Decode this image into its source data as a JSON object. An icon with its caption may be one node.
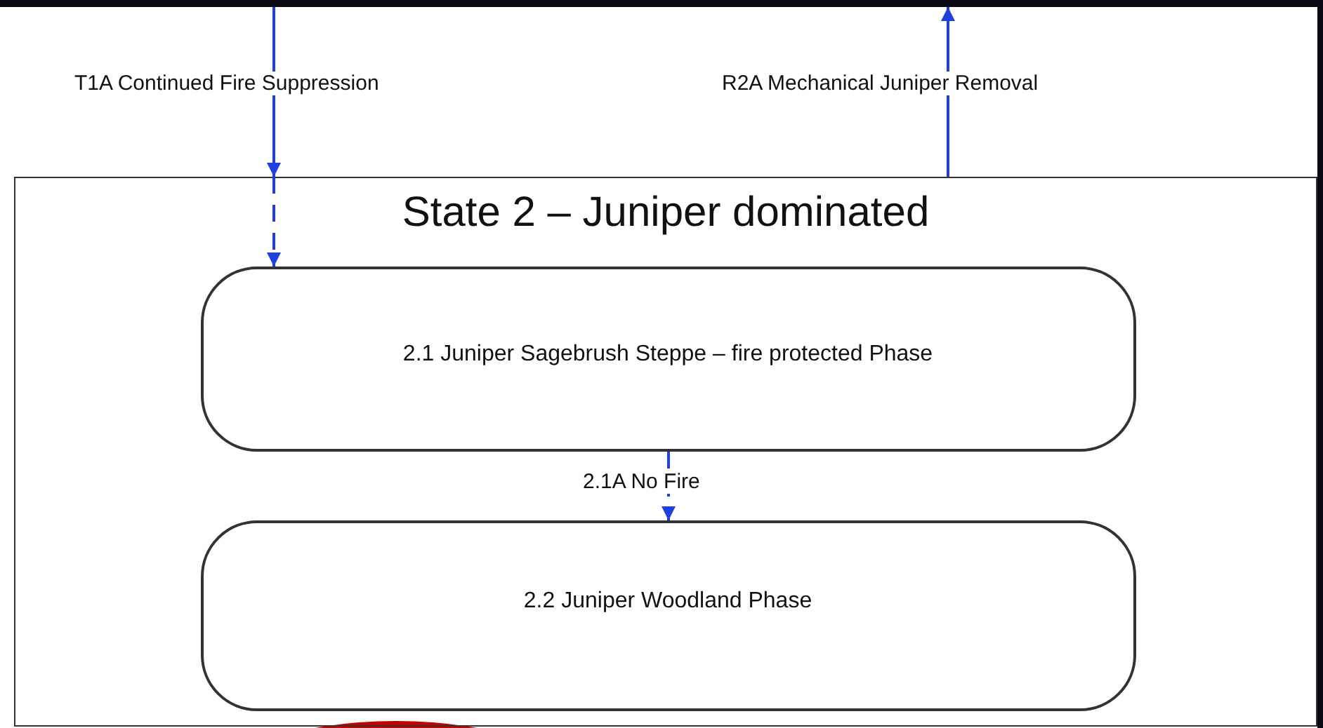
{
  "diagram": {
    "nodes": [
      {
        "text": [
          "State 2 – Juniper dominated"
        ]
      },
      {
        "text": [
          "2.1  Juniper Sagebrush Steppe  – fire protected Phase"
        ],
        "in": 0
      },
      {
        "text": [
          "2.2  Juniper Woodland Phase"
        ],
        "in": 0
      }
    ],
    "edges": [
      {
        "from": null,
        "to": 0,
        "arrow": "to",
        "label": "T1A  Continued Fire Suppression"
      },
      {
        "from": 0,
        "to": 1,
        "arrow": "to",
        "style": "dashed"
      },
      {
        "from": 0,
        "to": null,
        "arrow": "to",
        "label": "R2A  Mechanical Juniper Removal"
      },
      {
        "from": 1,
        "to": 2,
        "arrow": "to",
        "style": "dashed",
        "label": "2.1A  No Fire"
      }
    ]
  }
}
